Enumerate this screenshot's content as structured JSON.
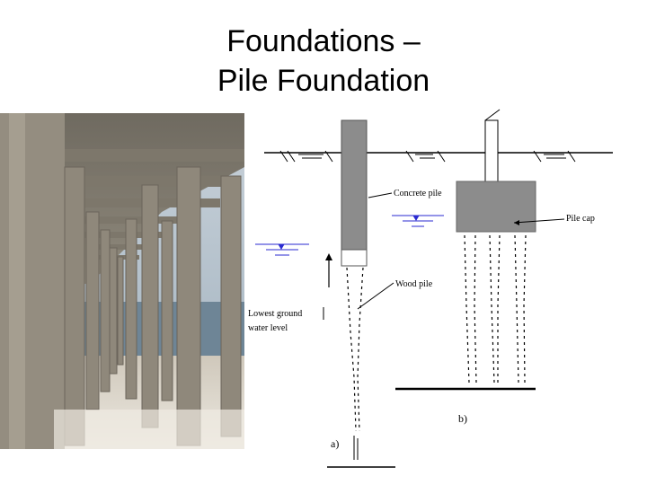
{
  "slide": {
    "title_line1": "Foundations –",
    "title_line2": "Pile Foundation"
  },
  "diagram": {
    "labels": {
      "concrete_pile": "Concrete pile",
      "pile_cap": "Pile cap",
      "wood_pile": "Wood pile",
      "ground_water_line1": "Lowest ground",
      "ground_water_line2": "water level",
      "label_a": "a)",
      "label_b": "b)"
    }
  },
  "colors": {
    "pile_gray": "#8c8c8c",
    "water_blue": "#2a2ad0",
    "sky": "#b9c3cc",
    "concrete": "#8a8578",
    "sand": "#d9d2c6"
  }
}
